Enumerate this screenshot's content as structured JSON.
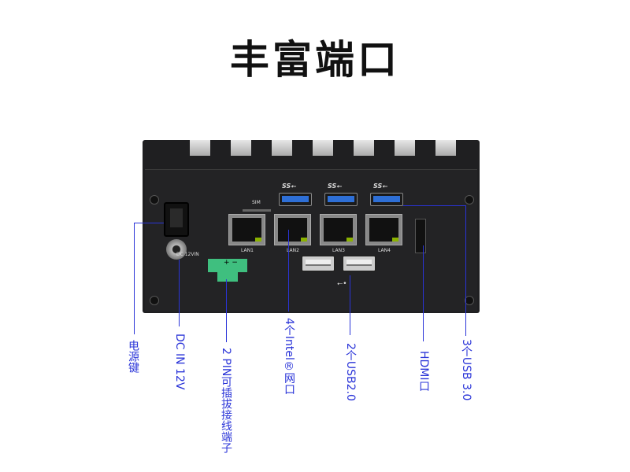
{
  "title": "丰富端口",
  "device_labels": {
    "sim": "SIM",
    "lan1": "LAN1",
    "lan2": "LAN2",
    "lan3": "LAN3",
    "lan4": "LAN4",
    "dc": "DC 12VIN",
    "ss": "SS⭠",
    "usb": "⭠•"
  },
  "callouts": [
    "电源键",
    "DC IN 12V",
    "2 PIN可插拔接线端子",
    "4个Intel®网口",
    "2个USB2.0",
    "HDMI口",
    "3个USB 3.0"
  ],
  "colors": {
    "callout": "#2a34d8",
    "usb3": "#2e6fd6",
    "terminal": "#3fbf7f"
  }
}
